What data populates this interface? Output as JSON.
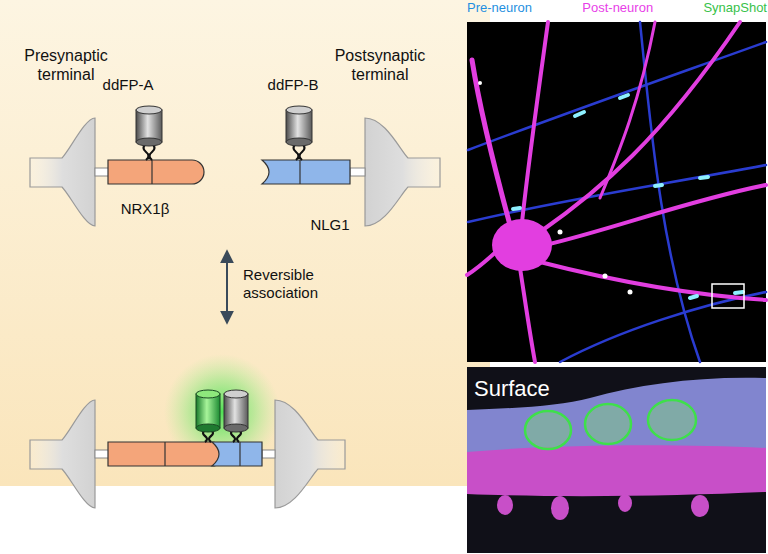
{
  "diagram": {
    "labels": [
      "Presynaptic terminal",
      "Postsynaptic terminal",
      "ddFP-A",
      "ddFP-B",
      "NRX1β",
      "NLG1",
      "Reversible association",
      "Surface"
    ],
    "legend": [
      {
        "text": "Pre-neuron",
        "color": "#1f8fe0"
      },
      {
        "text": "Post-neuron",
        "color": "#e83ee8"
      },
      {
        "text": "SynapShot",
        "color": "#38c24a"
      }
    ]
  }
}
